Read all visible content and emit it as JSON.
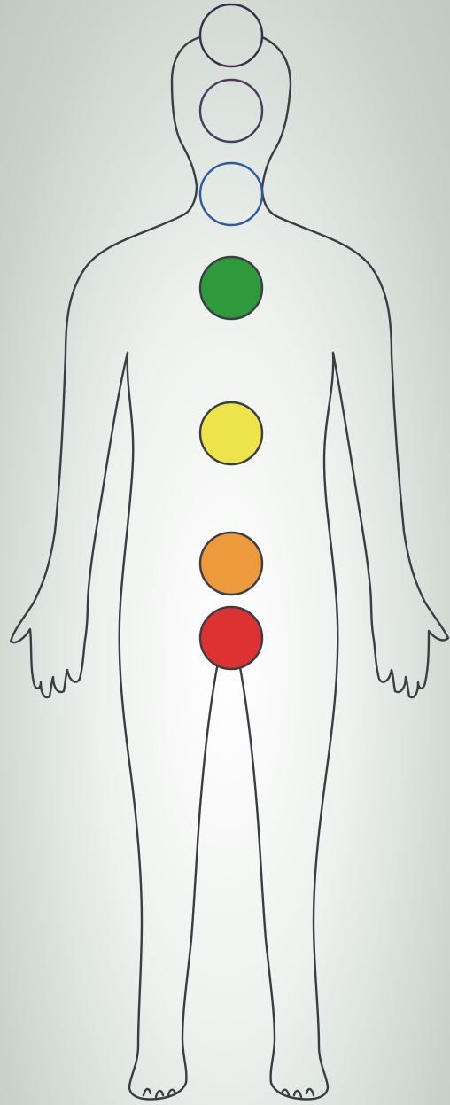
{
  "diagram": {
    "chakras": [
      {
        "color": "none",
        "stroke": "#3a2e4a"
      },
      {
        "color": "none",
        "stroke": "#4a3b5e"
      },
      {
        "color": "none",
        "stroke": "#2d5aa0"
      },
      {
        "color": "#2e9a3c",
        "stroke": "#3a3d44"
      },
      {
        "color": "#ece44a",
        "stroke": "#3a3d44"
      },
      {
        "color": "#ec9a3c",
        "stroke": "#3a3d44"
      },
      {
        "color": "#dc3232",
        "stroke": "#3a3d44"
      }
    ],
    "outline_color": "#3b3d44"
  }
}
